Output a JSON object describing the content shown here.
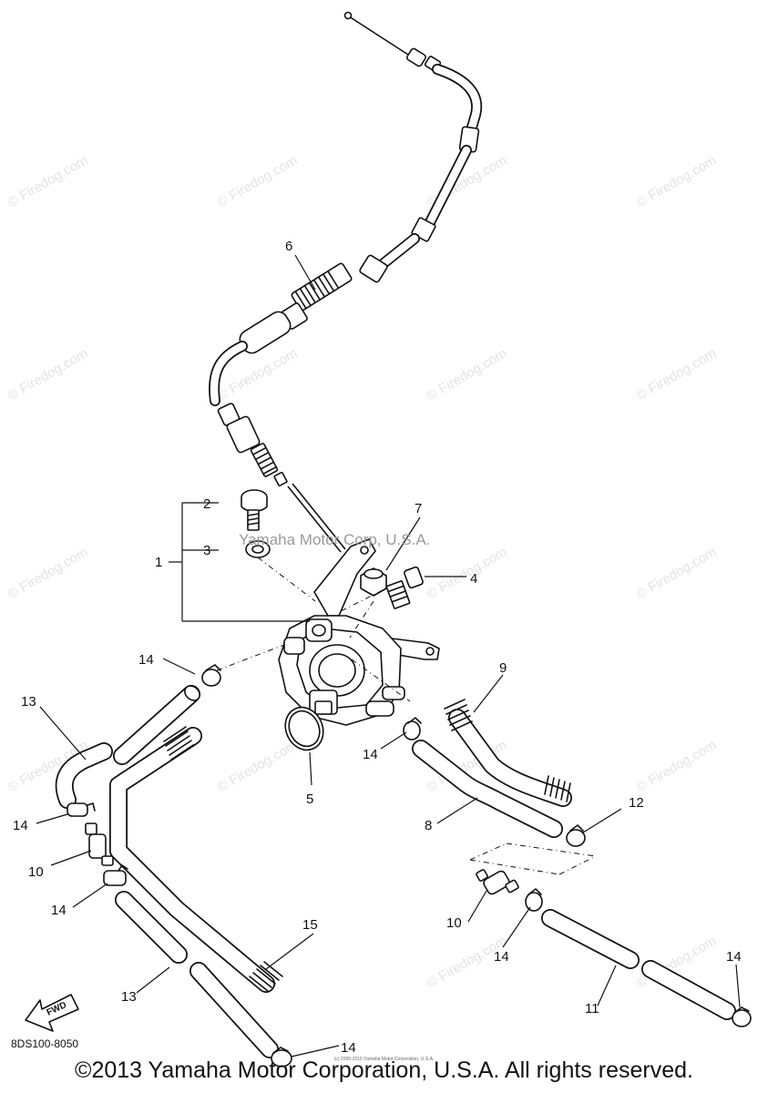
{
  "diagram": {
    "copyright": "©2013 Yamaha Motor Corporation, U.S.A. All rights reserved.",
    "fine_print": "(c) 2005-2015 Yamaha Motor Corporation, U.S.A.",
    "part_code": "8DS100-8050",
    "yamaha_watermark": "Yamaha Motor Corp, U.S.A.",
    "firedog_watermark": "© Firedog.com",
    "fwd_arrow_label": "FWD",
    "callouts": [
      {
        "id": "c1",
        "label": "1"
      },
      {
        "id": "c2",
        "label": "2"
      },
      {
        "id": "c3",
        "label": "3"
      },
      {
        "id": "c4",
        "label": "4"
      },
      {
        "id": "c5",
        "label": "5"
      },
      {
        "id": "c6",
        "label": "6"
      },
      {
        "id": "c7",
        "label": "7"
      },
      {
        "id": "c8",
        "label": "8"
      },
      {
        "id": "c9",
        "label": "9"
      },
      {
        "id": "c10a",
        "label": "10"
      },
      {
        "id": "c10b",
        "label": "10"
      },
      {
        "id": "c11",
        "label": "11"
      },
      {
        "id": "c12",
        "label": "12"
      },
      {
        "id": "c13a",
        "label": "13"
      },
      {
        "id": "c13b",
        "label": "13"
      },
      {
        "id": "c14a",
        "label": "14"
      },
      {
        "id": "c14b",
        "label": "14"
      },
      {
        "id": "c14c",
        "label": "14"
      },
      {
        "id": "c14d",
        "label": "14"
      },
      {
        "id": "c14e",
        "label": "14"
      },
      {
        "id": "c14f",
        "label": "14"
      },
      {
        "id": "c14g",
        "label": "14"
      },
      {
        "id": "c15",
        "label": "15"
      }
    ]
  }
}
